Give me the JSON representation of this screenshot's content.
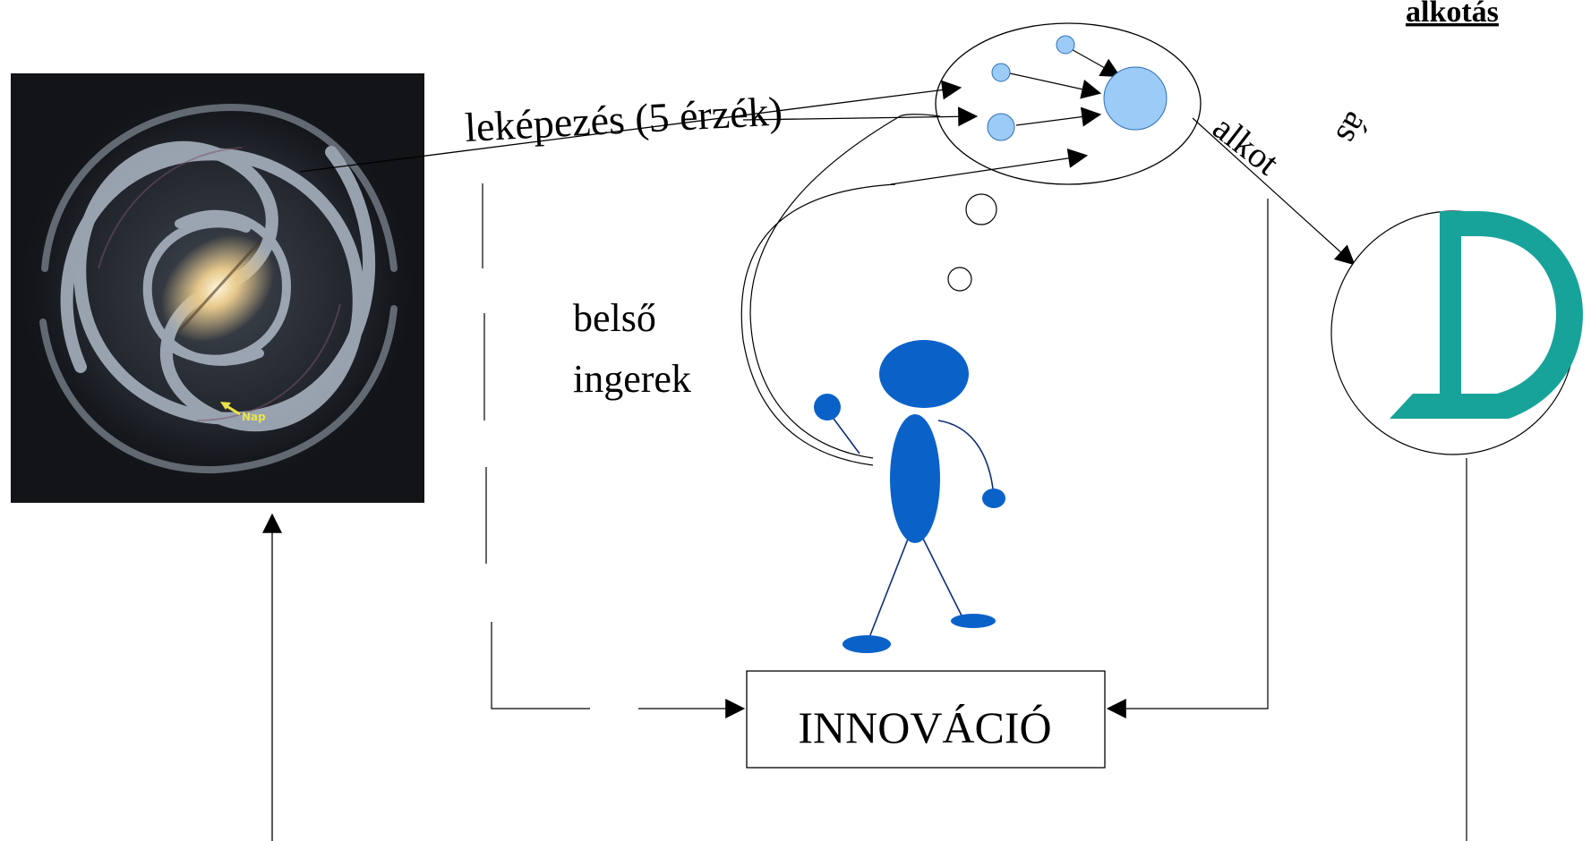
{
  "title": "alkotás",
  "mapping_label": "leképezés (5 érzék)",
  "internal_stimuli": [
    "belső",
    "ingerek"
  ],
  "creation_label": "alkot",
  "creation_suffix": "ás",
  "innovation_box": "INNOVÁCIÓ",
  "galaxy_sun_label": "Nap",
  "colors": {
    "line": "#000000",
    "figure_blue": "#0a62c9",
    "node_blue": "#9ccbf7",
    "node_stroke": "#2a6fb8",
    "logo_teal": "#18a39a",
    "galaxy_bg": "#121418",
    "sun_label": "#e9e24a"
  },
  "icons": [
    "galaxy-image",
    "stick-figure",
    "company-logo"
  ]
}
